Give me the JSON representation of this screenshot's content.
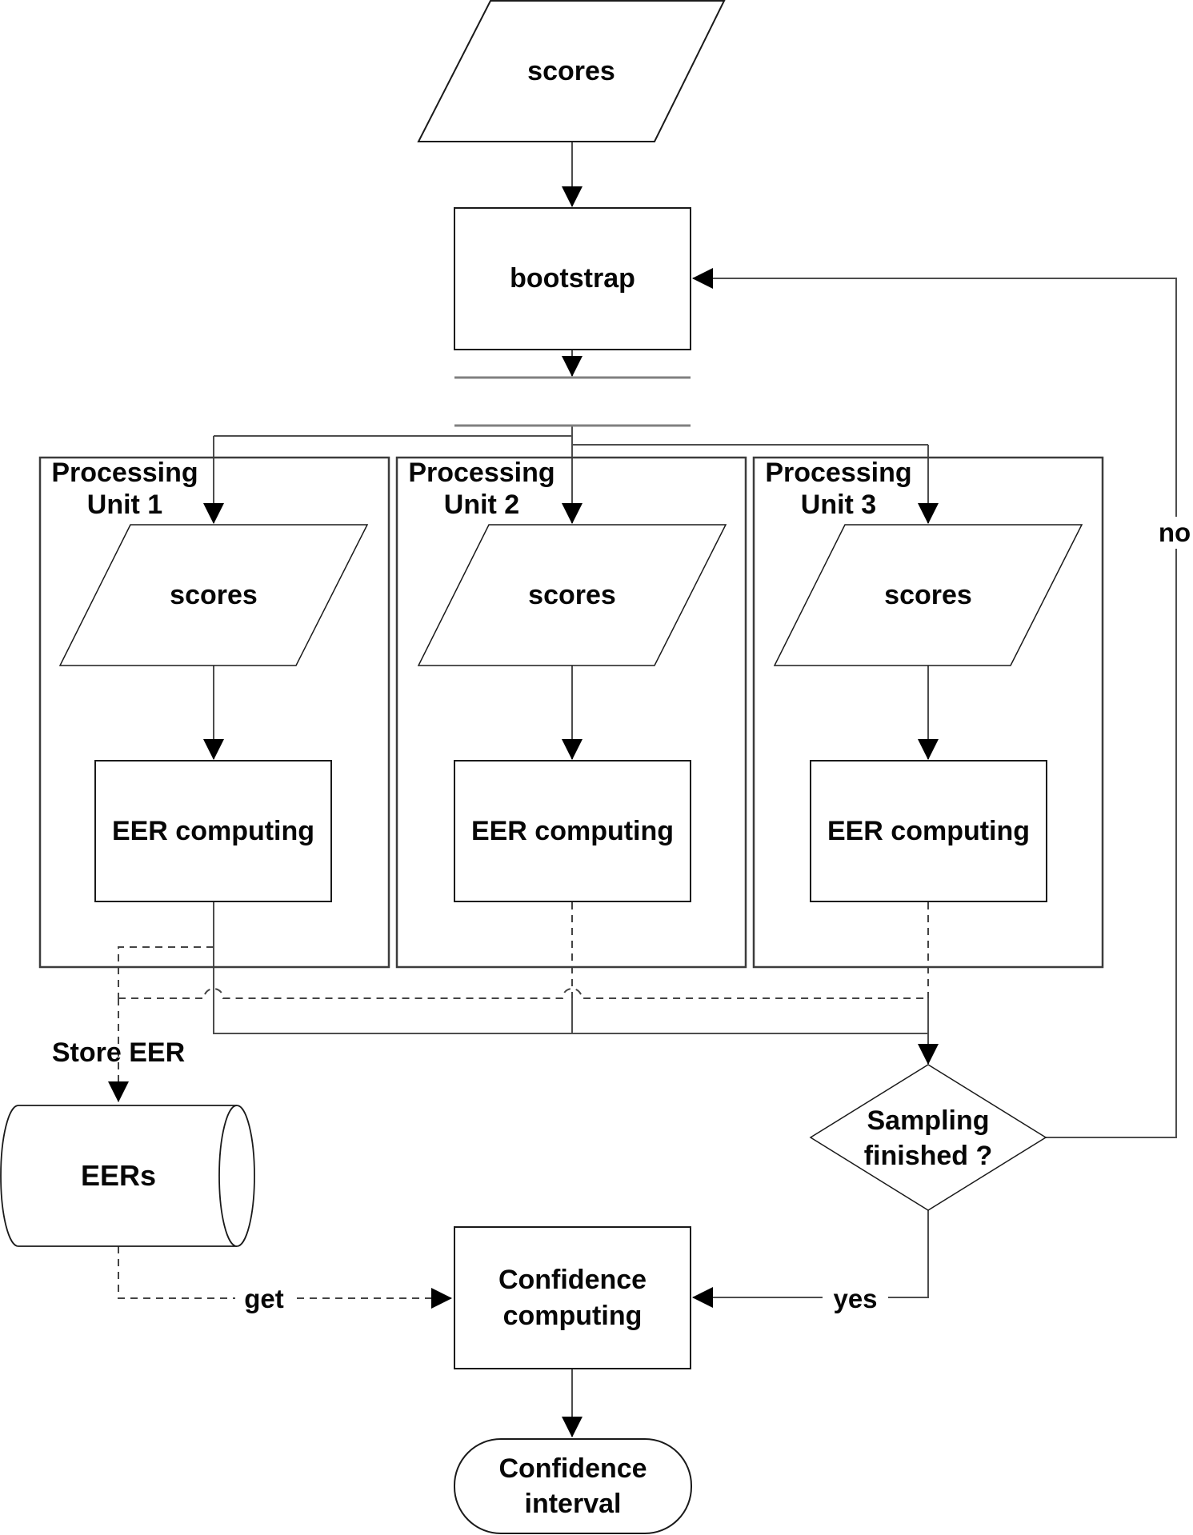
{
  "diagram": {
    "input_scores": "scores",
    "bootstrap": "bootstrap",
    "units": [
      {
        "title": "Processing\nUnit 1",
        "scores": "scores",
        "eer": "EER computing"
      },
      {
        "title": "Processing\nUnit 2",
        "scores": "scores",
        "eer": "EER computing"
      },
      {
        "title": "Processing\nUnit 3",
        "scores": "scores",
        "eer": "EER computing"
      }
    ],
    "store_eer": "Store EER",
    "eers_db": "EERs",
    "decision": "Sampling\nfinished ?",
    "edge_labels": {
      "no": "no",
      "yes": "yes",
      "get": "get"
    },
    "confidence_computing": "Confidence\ncomputing",
    "confidence_interval": "Confidence\ninterval"
  }
}
